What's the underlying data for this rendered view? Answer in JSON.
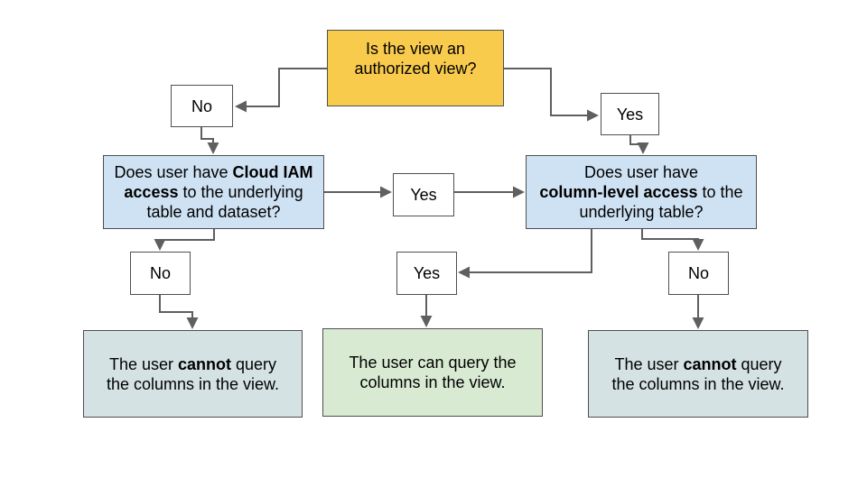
{
  "diagram": {
    "type": "flowchart",
    "topic": "Authorized view column access decision flow",
    "colors": {
      "root_fill": "#F9CB4D",
      "question_fill": "#CFE2F3",
      "negative_fill": "#D5E2E3",
      "positive_fill": "#D9EAD3",
      "choice_fill": "#FFFFFF",
      "connector": "#5F5F5F",
      "border": "#4F4F4F",
      "text": "#000000",
      "background": "#FFFFFF"
    },
    "nodes": {
      "q_authorized": {
        "l1": "Is the view an",
        "l2": "authorized view?"
      },
      "no_top": {
        "label": "No"
      },
      "yes_top": {
        "label": "Yes"
      },
      "q_iam": {
        "l1": "Does user have ",
        "l1b": "Cloud IAM",
        "l2b": "access",
        "l2": " to the underlying",
        "l3": "table and dataset?"
      },
      "yes_mid": {
        "label": "Yes"
      },
      "q_column": {
        "l1": "Does user have",
        "l2b": "column-level access",
        "l2": " to the",
        "l3": "underlying table?"
      },
      "no_left": {
        "label": "No"
      },
      "yes_bottom": {
        "label": "Yes"
      },
      "no_right": {
        "label": "No"
      },
      "outcome_left": {
        "l1": "The user ",
        "l1b": "cannot",
        "l1c": " query",
        "l2": "the columns in the view."
      },
      "outcome_center": {
        "l1": "The user can query the",
        "l2": "columns in the view."
      },
      "outcome_right": {
        "l1": "The user ",
        "l1b": "cannot",
        "l1c": " query",
        "l2": "the columns in the view."
      }
    }
  }
}
